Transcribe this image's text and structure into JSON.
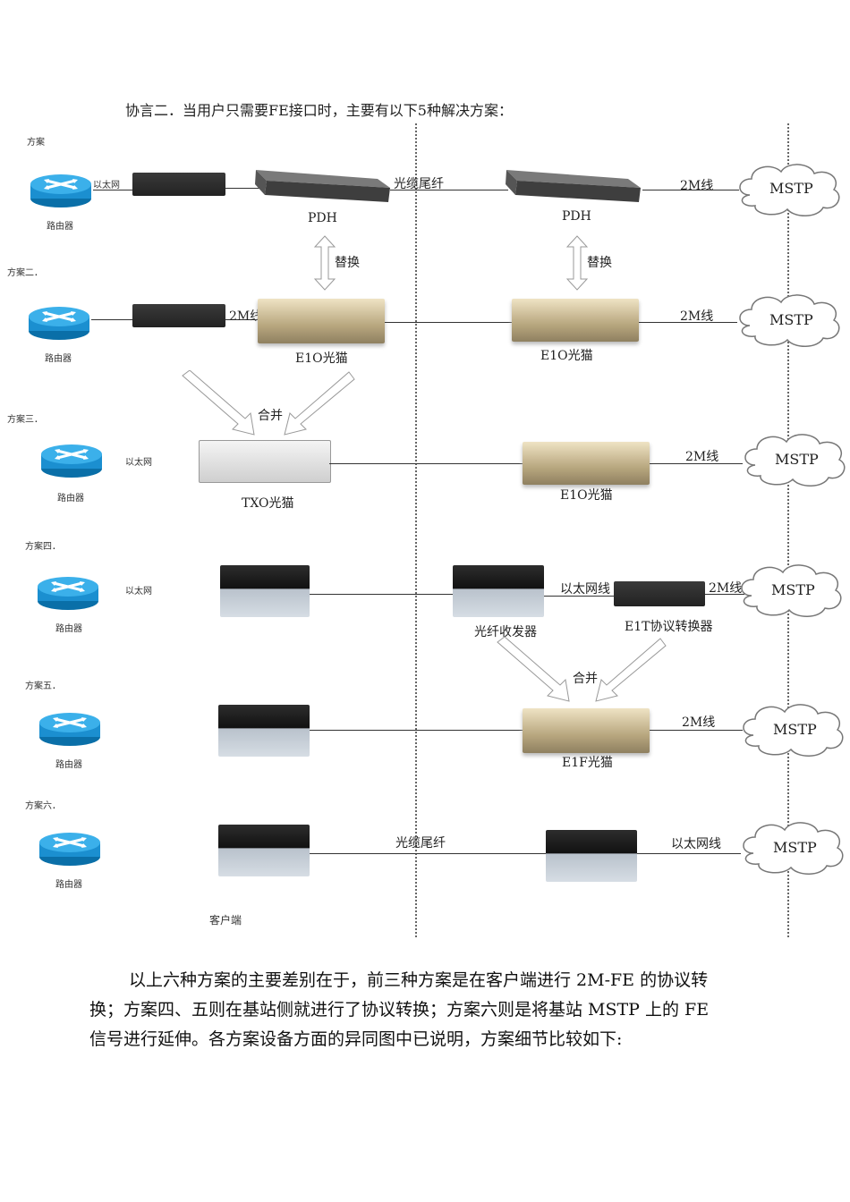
{
  "intro": "协言二．当用户只需要FE接口时，主要有以下5种解决方案：",
  "schemes": [
    "方案",
    "方案二．",
    "方案三．",
    "方案四．",
    "方案五．",
    "方案六．"
  ],
  "router_label": "路由器",
  "mstp_label": "MSTP",
  "lines": {
    "fiber": "光缆尾纤",
    "twoM": "2M线",
    "ethernet": "以太网",
    "ethernet_line": "以太网线",
    "replace": "替换",
    "merge": "合并"
  },
  "devices": {
    "pdh": "PDH",
    "e1o": "E1O光猫",
    "txo": "TXO光猫",
    "fiber_transceiver": "光纤收发器",
    "e1t": "E1T协议转换器",
    "e1f": "E1F光猫",
    "client_end": "客户端"
  },
  "paragraph": [
    "以上六种方案的主要差别在于，前三种方案是在客户端进行 2M-FE 的协议转",
    "换；方案四、五则在基站侧就进行了协议转换；方案六则是将基站 MSTP 上的 FE",
    "信号进行延伸。各方案设备方面的异同图中已说明，方案细节比较如下:"
  ]
}
